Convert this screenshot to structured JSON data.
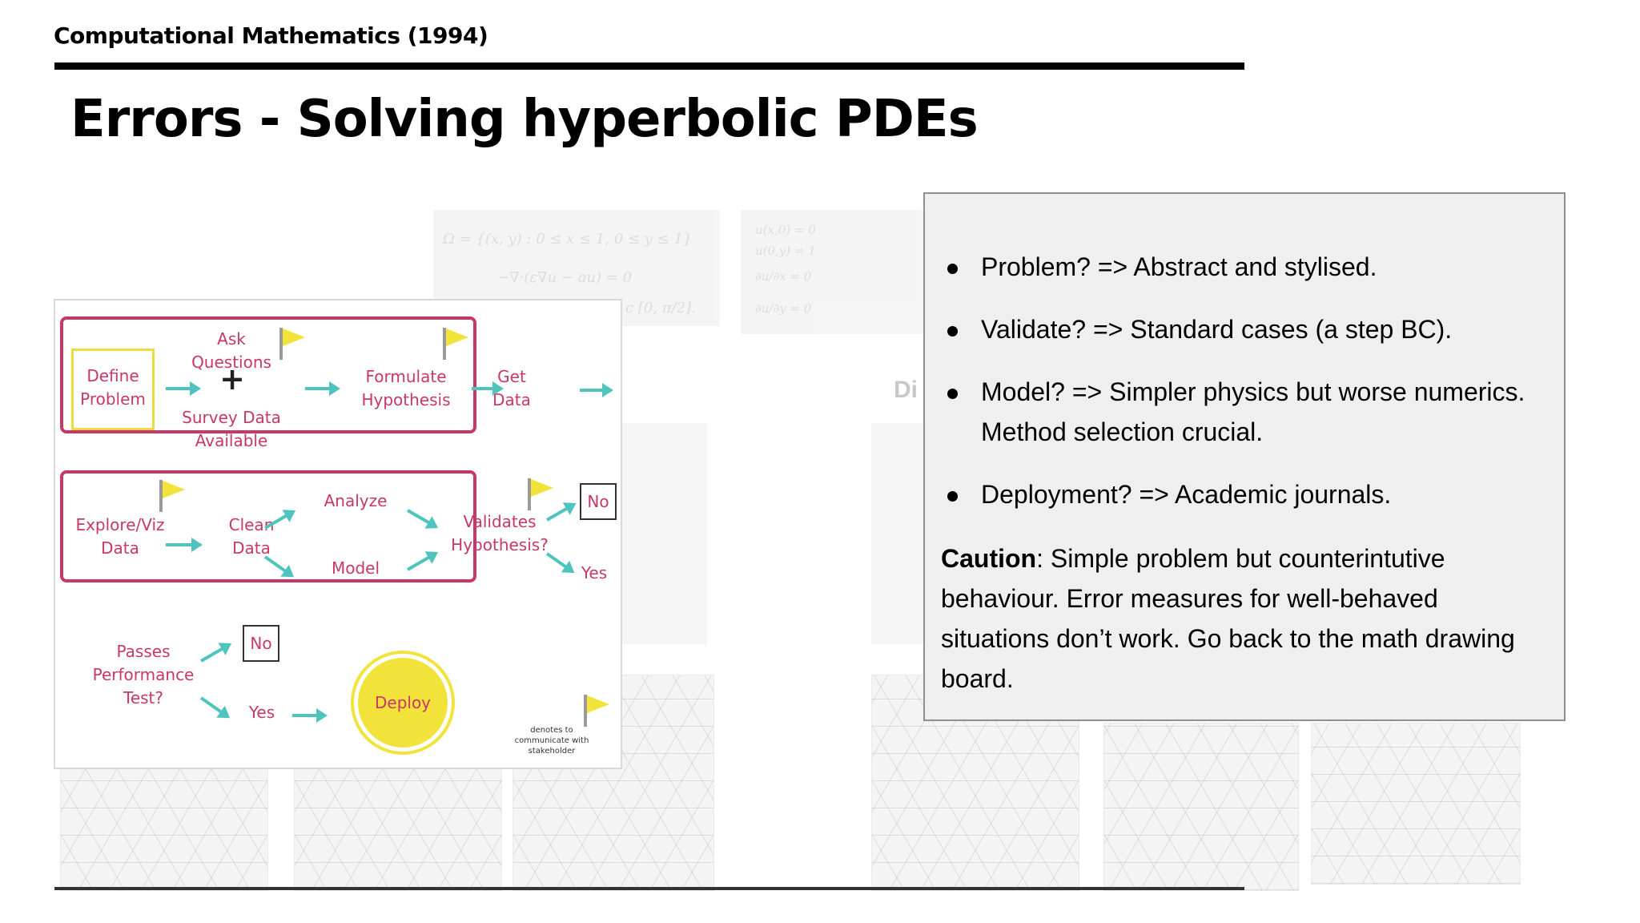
{
  "header": {
    "course_title": "Computational Mathematics (1994)",
    "slide_title": "Errors - Solving hyperbolic PDEs"
  },
  "background": {
    "equation_left_line1": "Ω = {(x, y) : 0 ≤ x ≤ 1, 0 ≤ y ≤ 1}",
    "equation_left_line2": "−∇·(ε∇u − au) = 0",
    "equation_left_line3": "c [0, π/2].",
    "equation_right_line1": "u(x,0) = 0",
    "equation_right_line2": "u(0,y) = 1",
    "equation_right_line3": "∂u/∂x = 0",
    "equation_right_line4": "∂u/∂y = 0",
    "partial_heading": "Di"
  },
  "flowchart": {
    "define_problem": "Define\nProblem",
    "ask_questions": "Ask\nQuestions",
    "plus": "+",
    "survey_data": "Survey Data\nAvailable",
    "formulate_hypothesis": "Formulate\nHypothesis",
    "get_data": "Get\nData",
    "explore_viz": "Explore/Viz\nData",
    "clean_data": "Clean\nData",
    "analyze": "Analyze",
    "model": "Model",
    "validates_hypothesis": "Validates\nHypothesis?",
    "no_1": "No",
    "yes_1": "Yes",
    "passes_performance": "Passes\nPerformance\nTest?",
    "no_2": "No",
    "yes_2": "Yes",
    "deploy": "Deploy",
    "legend": "denotes to\ncommunicate with\nstakeholder",
    "colors": {
      "stage_border": "#c9376a",
      "arrow": "#4fc3bd",
      "flag": "#f2e33a",
      "deploy": "#f2e33a"
    }
  },
  "panel": {
    "bullets": [
      "Problem? => Abstract and stylised.",
      "Validate? => Standard cases (a step BC).",
      "Model? => Simpler physics but worse numerics. Method selection crucial.",
      "Deployment? => Academic journals."
    ],
    "caution_label": "Caution",
    "caution_text": ": Simple problem but counterintutive behaviour. Error measures for well-behaved situations don’t work. Go back to the math drawing board."
  }
}
